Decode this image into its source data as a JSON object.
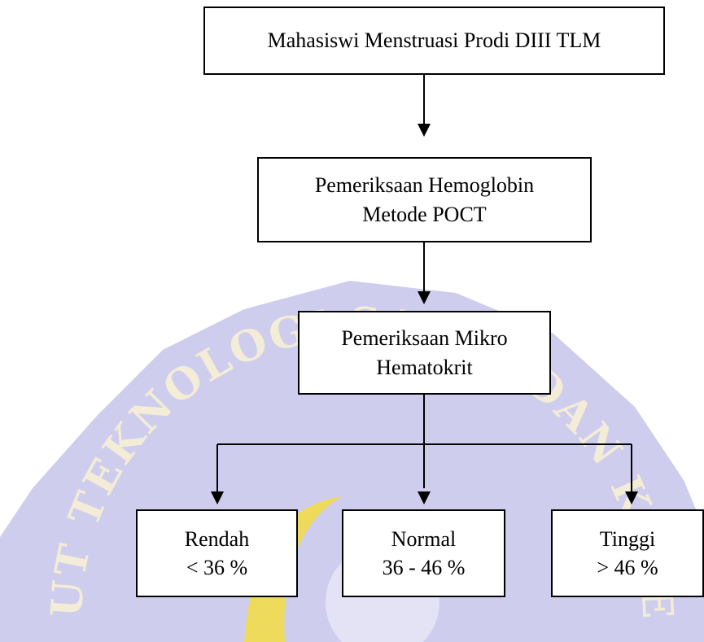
{
  "flowchart": {
    "nodes": [
      {
        "id": "subjects",
        "lines": [
          "Mahasiswi Menstruasi Prodi DIII TLM"
        ]
      },
      {
        "id": "hemoglobin",
        "lines": [
          "Pemeriksaan Hemoglobin",
          "Metode POCT"
        ]
      },
      {
        "id": "hematocrit",
        "lines": [
          "Pemeriksaan Mikro",
          "Hematokrit"
        ]
      },
      {
        "id": "low",
        "lines": [
          "Rendah",
          "< 36 %"
        ]
      },
      {
        "id": "normal",
        "lines": [
          "Normal",
          "36 - 46 %"
        ]
      },
      {
        "id": "high",
        "lines": [
          "Tinggi",
          "> 46 %"
        ]
      }
    ],
    "edges": [
      [
        "subjects",
        "hemoglobin"
      ],
      [
        "hemoglobin",
        "hematocrit"
      ],
      [
        "hematocrit",
        "low"
      ],
      [
        "hematocrit",
        "normal"
      ],
      [
        "hematocrit",
        "high"
      ]
    ]
  },
  "watermark": {
    "text": "INSTITUT TEKNOLOGI SAINS DAN KESEHATAN",
    "fill_color": "#b9b8e6",
    "letter_color": "#f3ecd6",
    "accent_color": "#f2dc4a"
  }
}
